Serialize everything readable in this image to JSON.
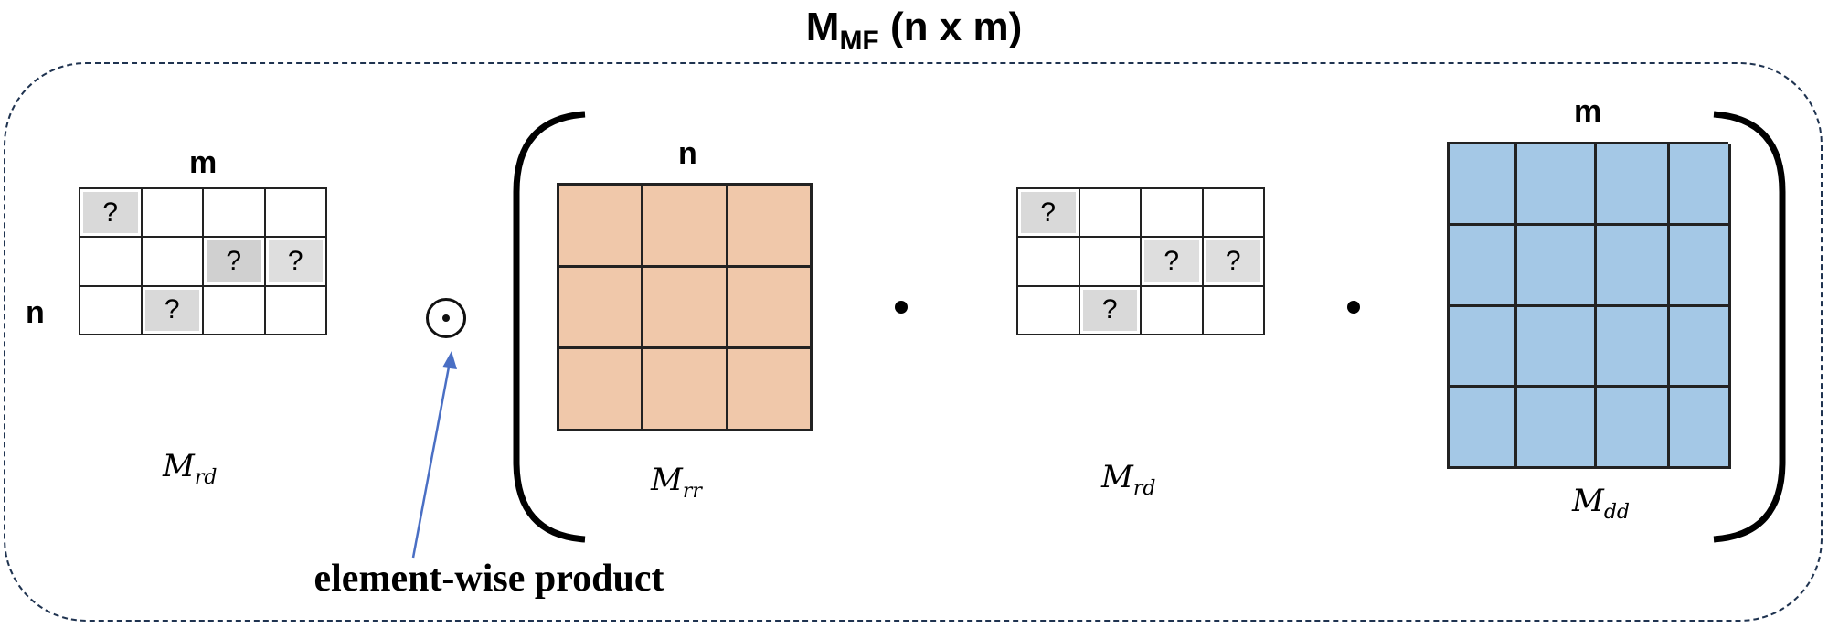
{
  "title": {
    "main": "M",
    "sub": "MF",
    "rest": " (n x m)"
  },
  "labels": {
    "m1": "m",
    "n1": "n",
    "n2": "n",
    "m2": "m"
  },
  "matrices": {
    "left": {
      "name": "M",
      "sub": "rd"
    },
    "mid": {
      "name": "M",
      "sub": "rr"
    },
    "right": {
      "name": "M",
      "sub": "rd"
    },
    "far": {
      "name": "M",
      "sub": "dd"
    }
  },
  "operators": {
    "odot": "⊙",
    "dot1": "•",
    "dot2": "•"
  },
  "unknown_symbol": "?",
  "caption": "element-wise product",
  "colors": {
    "frame": "#1f3350",
    "orange": "#f0c8aa",
    "blue": "#a4c8e6",
    "arrow": "#4a6fc4",
    "unknown": "#d9d9d9"
  }
}
